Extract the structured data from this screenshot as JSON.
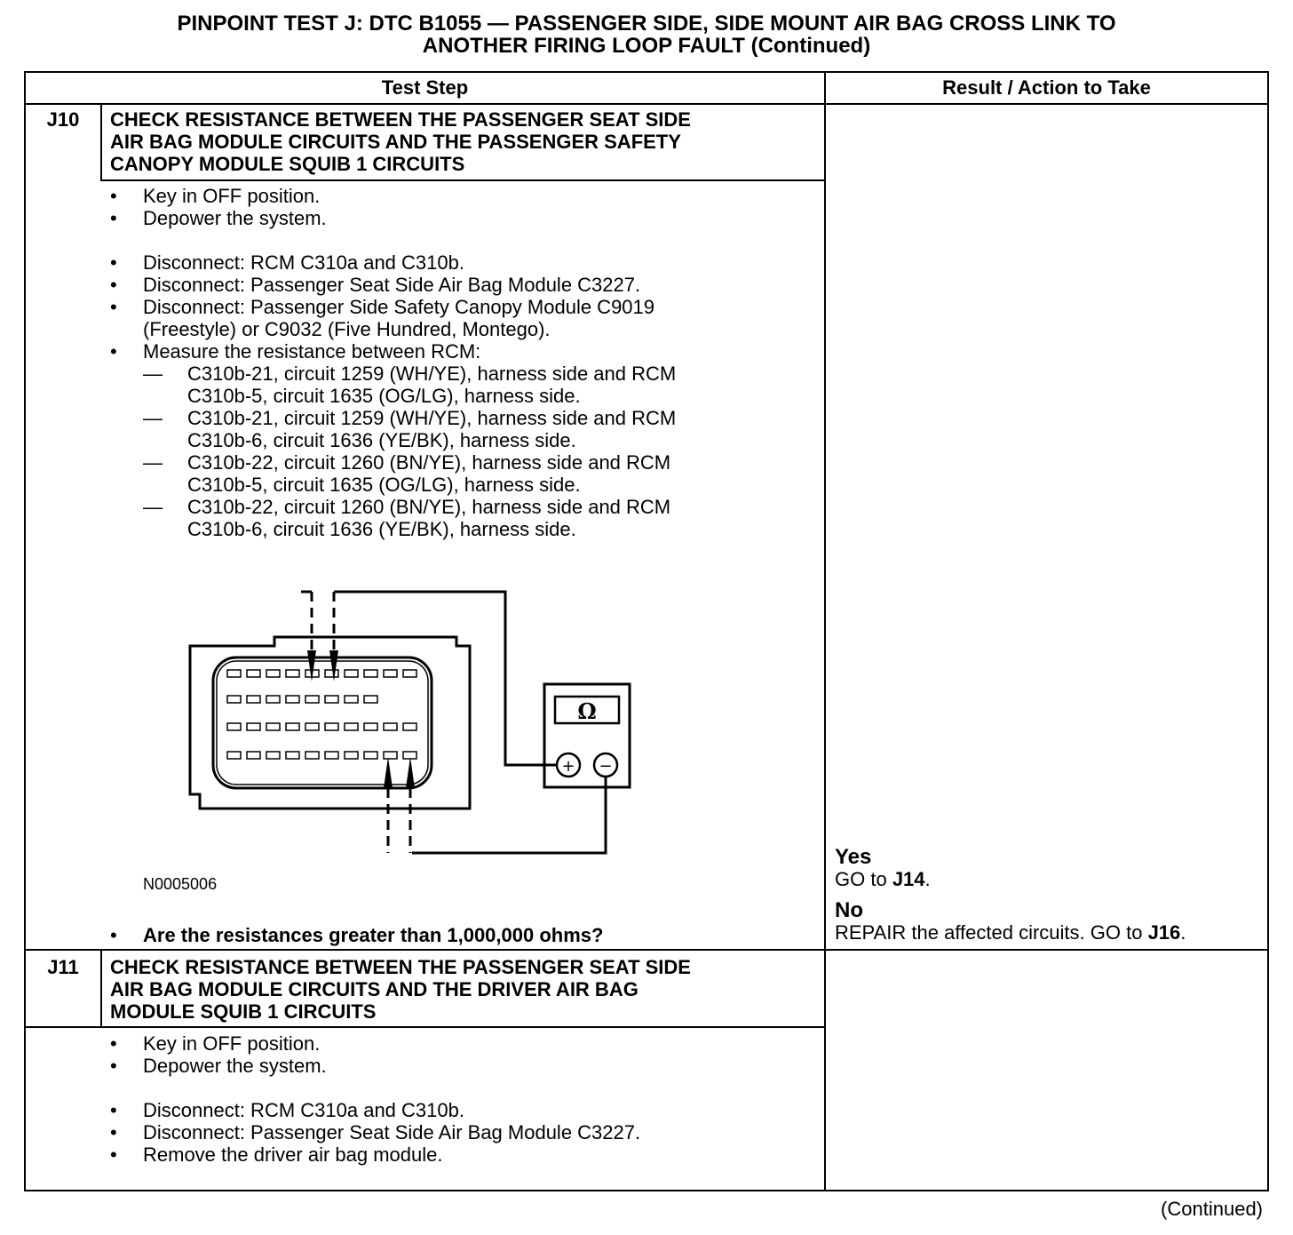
{
  "title": {
    "line1": "PINPOINT TEST J: DTC B1055 — PASSENGER SIDE, SIDE MOUNT AIR BAG CROSS LINK TO",
    "line2": "ANOTHER FIRING LOOP FAULT (Continued)"
  },
  "table": {
    "col_test_step": "Test Step",
    "col_result": "Result / Action to Take"
  },
  "steps": [
    {
      "id": "J10",
      "title_lines": [
        "CHECK RESISTANCE BETWEEN THE PASSENGER SEAT SIDE",
        "AIR BAG MODULE CIRCUITS AND THE PASSENGER SAFETY",
        "CANOPY MODULE SQUIB 1 CIRCUITS"
      ],
      "bullets": [
        "Key in OFF position.",
        "Depower the system.",
        "Disconnect: RCM C310a and C310b.",
        "Disconnect: Passenger Seat Side Air Bag Module C3227.",
        "Disconnect: Passenger Side Safety Canopy Module C9019",
        "(Freestyle) or C9032 (Five Hundred, Montego).",
        "Measure the resistance between RCM:"
      ],
      "subitems": [
        [
          "C310b-21, circuit 1259 (WH/YE), harness side and RCM",
          "C310b-5, circuit 1635 (OG/LG), harness side."
        ],
        [
          "C310b-21, circuit 1259 (WH/YE), harness side and RCM",
          "C310b-6, circuit 1636 (YE/BK), harness side."
        ],
        [
          "C310b-22, circuit 1260 (BN/YE), harness side and RCM",
          "C310b-5, circuit 1635 (OG/LG), harness side."
        ],
        [
          "C310b-22, circuit 1260 (BN/YE), harness side and RCM",
          "C310b-6, circuit 1636 (YE/BK), harness side."
        ]
      ],
      "figure_id": "N0005006",
      "meter_symbol": "Ω",
      "question": "Are the resistances greater than 1,000,000 ohms?",
      "result": {
        "yes_label": "Yes",
        "yes_action": "GO to",
        "yes_target": "J14",
        "no_label": "No",
        "no_action": "REPAIR the affected circuits. GO to",
        "no_target": "J16"
      }
    },
    {
      "id": "J11",
      "title_lines": [
        "CHECK RESISTANCE BETWEEN THE PASSENGER SEAT SIDE",
        "AIR BAG MODULE CIRCUITS AND THE DRIVER AIR BAG",
        "MODULE SQUIB 1 CIRCUITS"
      ],
      "bullets": [
        "Key in OFF position.",
        "Depower the system.",
        "Disconnect: RCM C310a and C310b.",
        "Disconnect: Passenger Seat Side Air Bag Module C3227.",
        "Remove the driver air bag module."
      ]
    }
  ],
  "footer": {
    "continued": "(Continued)"
  }
}
